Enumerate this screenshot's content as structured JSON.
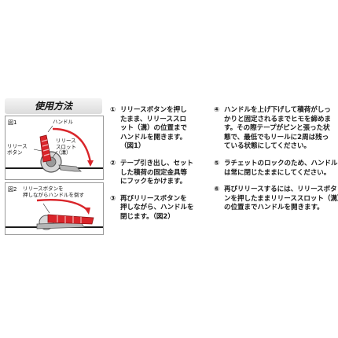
{
  "section_title": "使用方法",
  "figure1": {
    "tag": "図1",
    "label_handle": "ハンドル",
    "label_release_button": [
      "リリース",
      "ボタン"
    ],
    "label_release_slot": [
      "リリース",
      "スロット",
      "（溝）"
    ]
  },
  "figure2": {
    "tag": "図2",
    "label_instruction": [
      "リリースボタンを",
      "押しながらハンドルを倒す"
    ]
  },
  "steps_left": [
    {
      "num": "①",
      "lines": [
        "リリースボタンを押し",
        "たまま、リリーススロ",
        "ット（溝）の位置まで",
        "ハンドルを開きます。",
        "（図1）"
      ]
    },
    {
      "num": "②",
      "lines": [
        "テープ引き出し、セット",
        "した積荷の固定金具等",
        "にフックをかけます。"
      ]
    },
    {
      "num": "③",
      "lines": [
        "再びリリースボタンを",
        "押しながら、ハンドルを",
        "閉じます。（図2）"
      ]
    }
  ],
  "steps_right": [
    {
      "num": "④",
      "lines": [
        "ハンドルを上げ下げして積荷がしっ",
        "かりと固定されるまでヒモを締めま",
        "す。その際テープがピンと張った状",
        "態で、最低でもリールに2周は残っ",
        "ている状態にしてください。"
      ]
    },
    {
      "num": "⑤",
      "lines": [
        "ラチェットのロックのため、ハンドル",
        "は常に閉じたままにしてください。"
      ]
    },
    {
      "num": "⑥",
      "lines": [
        "再びリリースするには、リリースボタ",
        "ンを押したままリリーススロット（溝）",
        "の位置までハンドルを開きます。"
      ]
    }
  ],
  "colors": {
    "handle_red": "#d9252a",
    "handle_stripe": "#f2b8b8",
    "metal_gray": "#8a8a8a",
    "text": "#1a1a1a"
  }
}
